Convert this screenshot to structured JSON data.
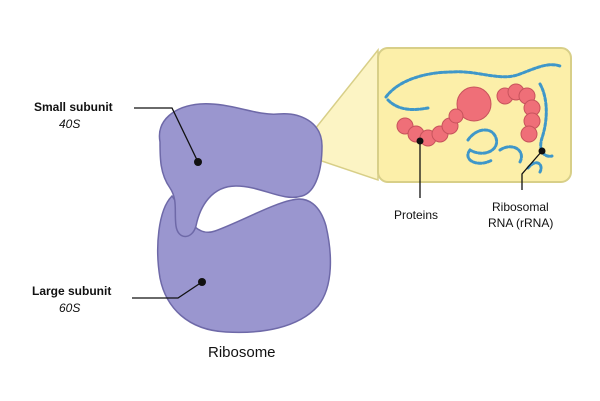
{
  "labels": {
    "small_subunit": "Small subunit",
    "small_subunit_size": "40S",
    "large_subunit": "Large subunit",
    "large_subunit_size": "60S",
    "ribosome": "Ribosome",
    "proteins": "Proteins",
    "rrna_line1": "Ribosomal",
    "rrna_line2": "RNA (rRNA)"
  },
  "colors": {
    "subunit_fill": "#9a96cf",
    "subunit_stroke": "#6e69a8",
    "zoom_fill": "#fcefa9",
    "zoom_stroke": "#d8cf88",
    "protein": "#ef6f78",
    "rna": "#3f97c9",
    "leader": "#111111"
  }
}
